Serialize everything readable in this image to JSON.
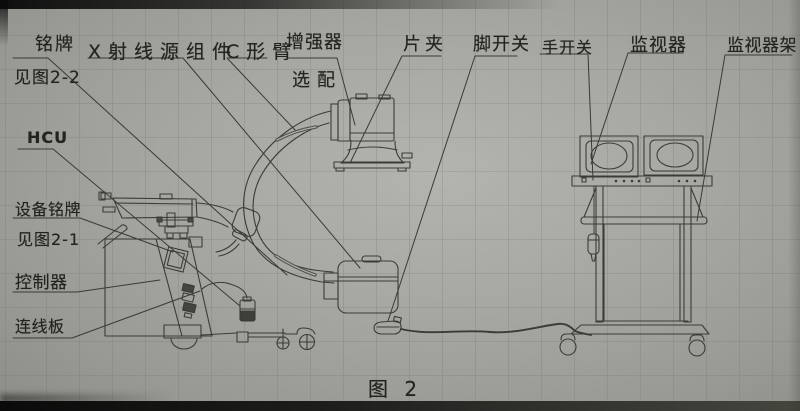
{
  "caption": "图 2",
  "callouts": {
    "nameplate": "铭牌",
    "nameplate_ref": "见图2-2",
    "xray_source": "X射线源组件",
    "c_arm": "C形臂",
    "intensifier": "增强器",
    "intensifier_note": "选配",
    "film_holder": "片夹",
    "foot_switch": "脚开关",
    "hand_switch": "手开关",
    "monitor": "监视器",
    "monitor_stand": "监视器架",
    "hcu": "HCU",
    "device_nameplate": "设备铭牌",
    "device_nameplate_ref": "见图2-1",
    "controller": "控制器",
    "connection_board": "连线板"
  },
  "colors": {
    "paper": "#a8a8a2",
    "ink": "#3c3c37",
    "text": "#23231f",
    "edge_shadow": "#0d0d0b"
  }
}
